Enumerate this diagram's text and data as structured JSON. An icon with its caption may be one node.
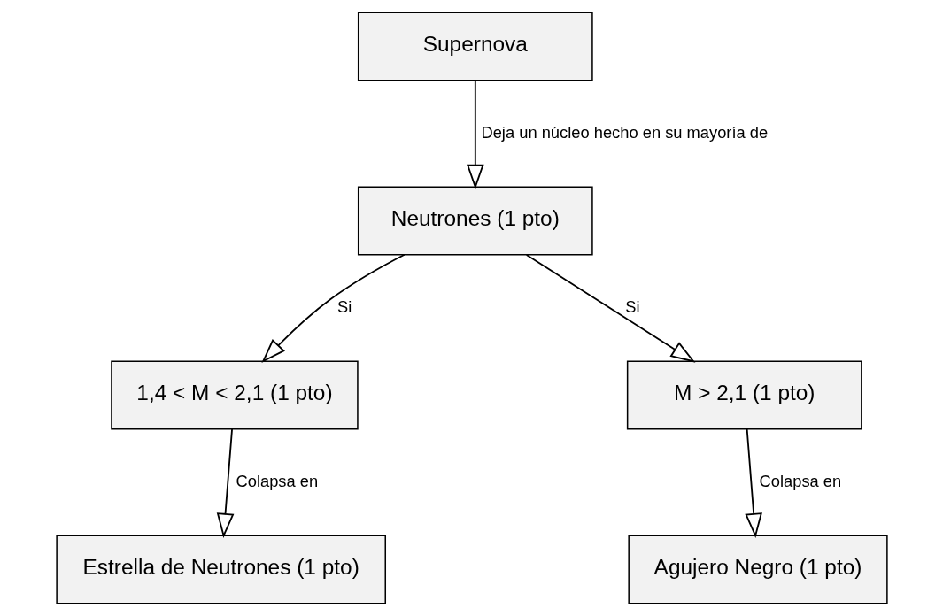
{
  "diagram": {
    "nodes": [
      {
        "text": [
          "Supernova"
        ]
      },
      {
        "text": [
          "Neutrones (1 pto)"
        ]
      },
      {
        "text": [
          "1,4 < M < 2,1 (1 pto)"
        ]
      },
      {
        "text": [
          "M > 2,1 (1 pto)"
        ]
      },
      {
        "text": [
          "Estrella de Neutrones (1 pto)"
        ]
      },
      {
        "text": [
          "Agujero Negro (1 pto)"
        ]
      }
    ],
    "edges": [
      {
        "from": 0,
        "to": 1,
        "arrow": "to",
        "label": "Deja un núcleo hecho en su mayoría de"
      },
      {
        "from": 1,
        "to": 2,
        "arrow": "to",
        "label": "Si"
      },
      {
        "from": 1,
        "to": 3,
        "arrow": "to",
        "label": "Si"
      },
      {
        "from": 2,
        "to": 4,
        "arrow": "to",
        "label": "Colapsa en"
      },
      {
        "from": 3,
        "to": 5,
        "arrow": "to",
        "label": "Colapsa en"
      }
    ]
  }
}
